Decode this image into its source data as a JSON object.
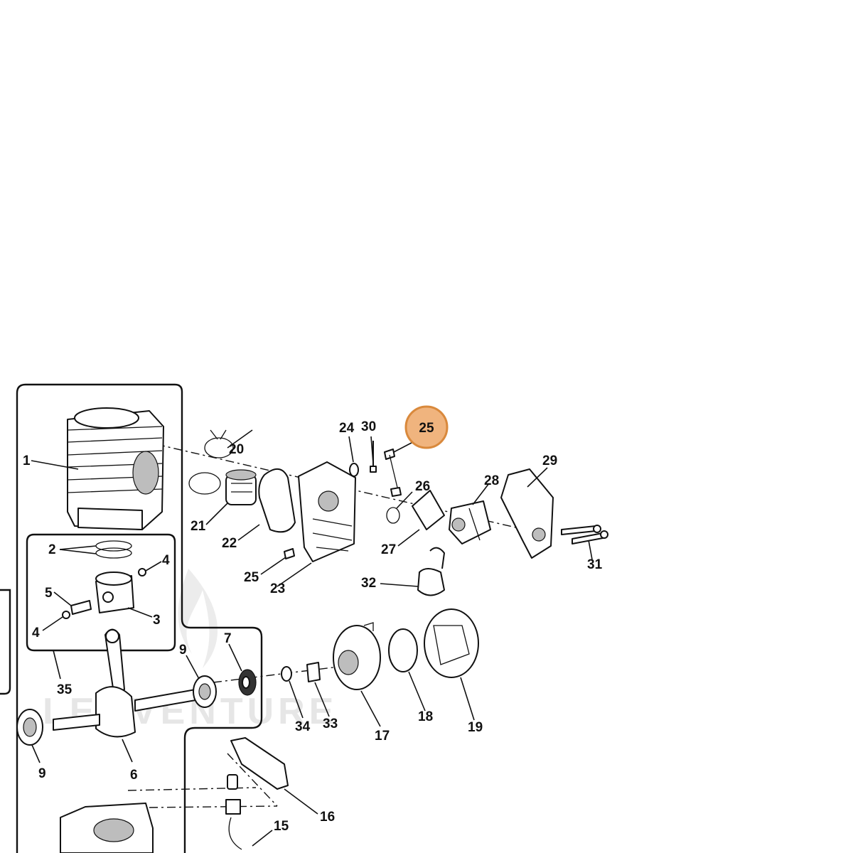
{
  "watermark": "LEOVENTURE",
  "highlight": {
    "label": "25",
    "color": "#f0b47e",
    "ring_color": "#d9893c",
    "text_color": "#6b3a10"
  },
  "callouts": {
    "c1": "1",
    "c2": "2",
    "c3": "3",
    "c4a": "4",
    "c4b": "4",
    "c5": "5",
    "c6": "6",
    "c7": "7",
    "c9a": "9",
    "c9b": "9",
    "c15": "15",
    "c16": "16",
    "c17": "17",
    "c18": "18",
    "c19": "19",
    "c20": "20",
    "c21": "21",
    "c22": "22",
    "c23": "23",
    "c24": "24",
    "c25": "25",
    "c26": "26",
    "c27": "27",
    "c28": "28",
    "c29": "29",
    "c30": "30",
    "c31": "31",
    "c32": "32",
    "c33": "33",
    "c34": "34",
    "c35": "35"
  }
}
